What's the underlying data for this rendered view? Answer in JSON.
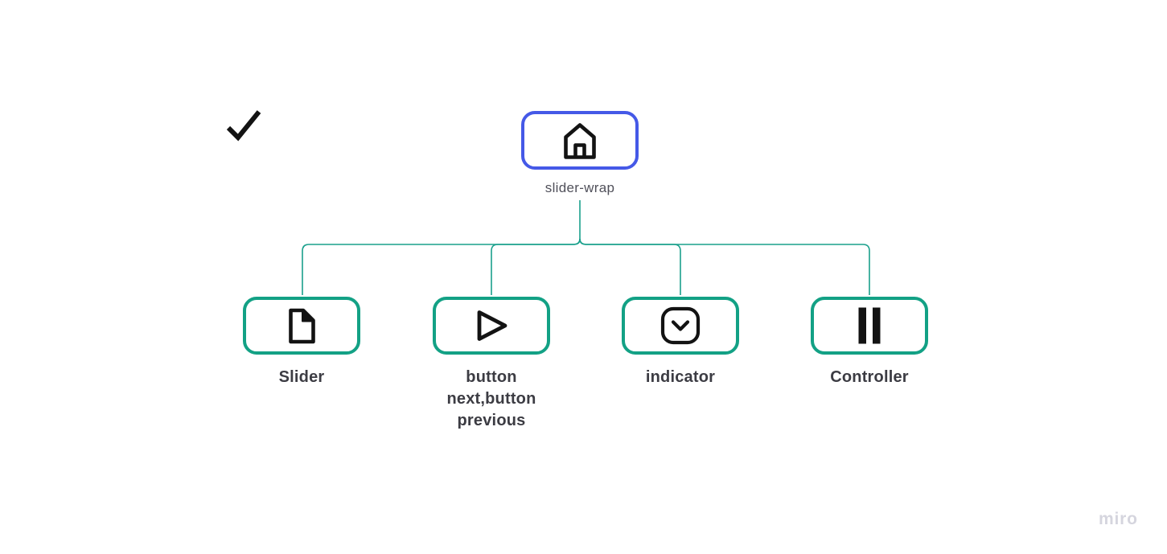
{
  "board": {
    "watermark": "miro"
  },
  "tree": {
    "root": {
      "label": "slider-wrap",
      "icon": "home-icon"
    },
    "children": [
      {
        "label": "Slider",
        "icon": "file-icon"
      },
      {
        "label": "button\nnext,button\nprevious",
        "icon": "play-icon"
      },
      {
        "label": "indicator",
        "icon": "chevron-down-square-icon"
      },
      {
        "label": "Controller",
        "icon": "pause-icon"
      }
    ]
  },
  "standalone_icons": [
    {
      "icon": "check-icon"
    }
  ],
  "colors": {
    "root_border": "#4559e7",
    "child_border": "#13a185",
    "connector": "#1aa08c",
    "child_label": "#3c3c43",
    "root_label": "#50505a",
    "icon_black": "#131313",
    "watermark": "#d5d5de",
    "background": "#ffffff"
  }
}
